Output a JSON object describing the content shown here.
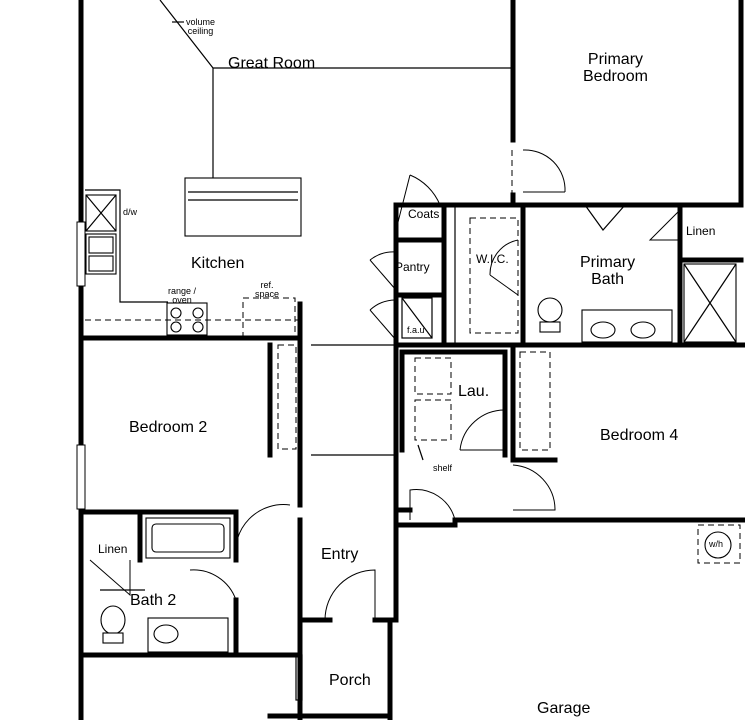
{
  "rooms": {
    "great_room": "Great Room",
    "primary_bedroom": "Primary\nBedroom",
    "kitchen": "Kitchen",
    "primary_bath": "Primary\nBath",
    "bedroom_2": "Bedroom 2",
    "bedroom_4": "Bedroom 4",
    "entry": "Entry",
    "bath_2": "Bath 2",
    "porch": "Porch",
    "garage": "Garage",
    "laundry": "Lau."
  },
  "labels": {
    "volume_ceiling": "volume\nceiling",
    "dw": "d/w",
    "range_oven": "range /\noven",
    "ref_space": "ref.\nspace",
    "coats": "Coats",
    "pantry": "Pantry",
    "fau": "f.a.u",
    "wic": "W.I.C.",
    "linen_primary": "Linen",
    "linen_bath2": "Linen",
    "shelf": "shelf",
    "wh": "w/h"
  }
}
